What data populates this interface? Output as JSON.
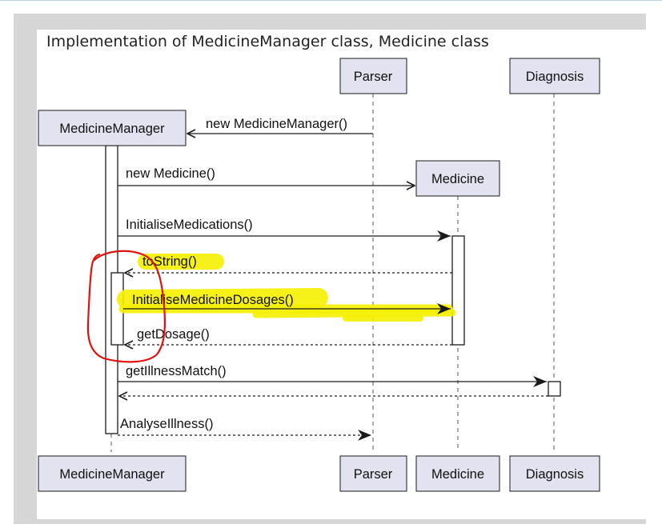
{
  "title": "Implementation of MedicineManager class, Medicine class",
  "participants": {
    "medicine_manager": "MedicineManager",
    "parser": "Parser",
    "medicine": "Medicine",
    "diagnosis": "Diagnosis"
  },
  "messages": {
    "new_medicine_manager": "new MedicineManager()",
    "new_medicine": "new Medicine()",
    "initialise_medications": "InitialiseMedications()",
    "to_string": "toString()",
    "initialise_medicine_dosages": "InitialiseMedicineDosages()",
    "get_dosage": "getDosage()",
    "get_illness_match": "getIllnessMatch()",
    "analyse_illness": "AnalyseIllness()"
  },
  "colors": {
    "participant_fill": "#e2e2f0",
    "highlight": "#f5ef00",
    "annotation": "#e0120e"
  }
}
